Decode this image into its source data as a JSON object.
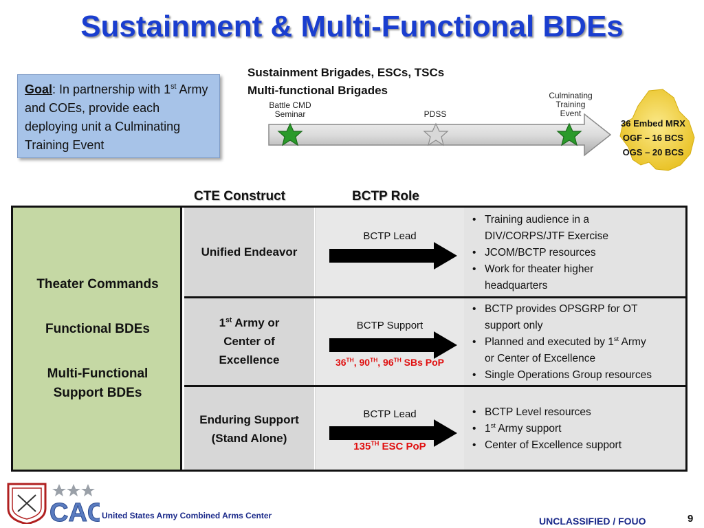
{
  "title": "Sustainment & Multi-Functional BDEs",
  "goal": {
    "label": "Goal",
    "text_before_sup": ": In partnership with 1",
    "sup": "st",
    "text_after_sup": " Army and COEs, provide each deploying unit a Culminating Training Event"
  },
  "timeline": {
    "heading_1": "Sustainment Brigades, ESCs, TSCs",
    "heading_2": "Multi-functional Brigades",
    "events": [
      {
        "label_1": "Battle CMD",
        "label_2": "Seminar",
        "star": "green"
      },
      {
        "label_1": "PDSS",
        "label_2": "",
        "star": "gray"
      },
      {
        "label_1": "Culminating",
        "label_2": "Training",
        "label_3": "Event",
        "star": "green"
      }
    ]
  },
  "map_box": {
    "line_1": "36 Embed MRX",
    "line_2": "OGF – 16 BCS",
    "line_3": "OGS – 20 BCS"
  },
  "table": {
    "col_header_cte": "CTE Construct",
    "col_header_role": "BCTP Role",
    "left_items": [
      "Theater Commands",
      "Functional BDEs",
      "Multi-Functional",
      "Support BDEs"
    ],
    "rows": [
      {
        "cte_1": "Unified Endeavor",
        "role": "BCTP Lead",
        "pop": "",
        "bullets": [
          [
            "Training audience in a",
            "DIV/CORPS/JTF Exercise"
          ],
          [
            "JCOM/BCTP resources"
          ],
          [
            "Work for theater higher",
            "headquarters"
          ]
        ]
      },
      {
        "cte_1_pre": "1",
        "cte_1_sup": "st",
        "cte_1_post": " Army or",
        "cte_2": "Center of",
        "cte_3": "Excellence",
        "role": "BCTP Support",
        "pop_parts": [
          "36",
          "TH",
          ", 90",
          "TH",
          ", 96",
          "TH",
          " SBs PoP"
        ],
        "bullets": [
          [
            "BCTP provides OPSGRP for OT",
            "support only"
          ],
          [
            "Planned and executed by 1",
            "st",
            " Army",
            "or Center of Excellence"
          ],
          [
            "Single Operations Group resources"
          ]
        ]
      },
      {
        "cte_1": "Enduring Support",
        "cte_2": "(Stand Alone)",
        "role": "BCTP Lead",
        "pop_parts": [
          "135",
          "TH",
          " ESC PoP"
        ],
        "bullets": [
          [
            "BCTP Level resources"
          ],
          [
            "1",
            "st",
            " Army support"
          ],
          [
            "Center of Excellence support"
          ]
        ]
      }
    ]
  },
  "footer": {
    "logo_text": "CAC",
    "org": "United States Army Combined Arms Center",
    "classification": "UNCLASSIFIED / FOUO",
    "page_number": "9"
  },
  "colors": {
    "title_blue": "#1a3ecf",
    "goal_box": "#a7c3e8",
    "left_column_green": "#c5d8a4",
    "row_gray": "#d7d7d7",
    "pop_red": "#e01010",
    "star_green": "#2a9a2a",
    "footer_blue": "#1b2a8a"
  }
}
